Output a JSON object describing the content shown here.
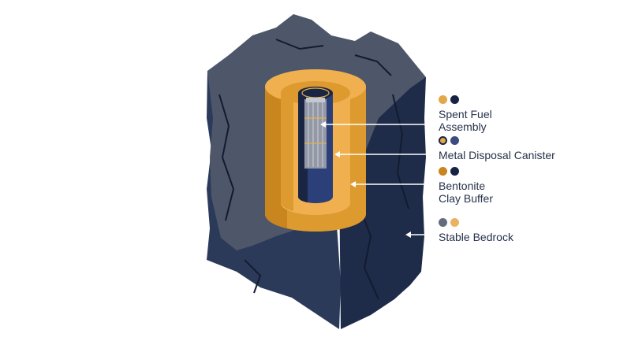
{
  "colors": {
    "rock_top": "#4e5669",
    "rock_left": "#2c3a5a",
    "rock_right": "#1f2c49",
    "crack": "#121b30",
    "clay_light": "#f0b050",
    "clay_mid": "#dd9a2e",
    "clay_dark": "#c9851e",
    "canister_dark": "#1a2544",
    "canister_blue": "#2b3f78",
    "fuel_gray": "#9298a5",
    "fuel_light": "#c4c8d0",
    "accent_gold": "#e8b04a",
    "line_white": "#ffffff"
  },
  "legend": [
    {
      "key": "fuel",
      "label": "Spent Fuel\nAssembly",
      "swatches": [
        {
          "fill": "#e3a847",
          "border": "#e3a847"
        },
        {
          "fill": "#162342",
          "border": "#162342"
        }
      ]
    },
    {
      "key": "canister",
      "label": "Metal Disposal Canister",
      "swatches": [
        {
          "fill": "#e3a847",
          "border": "#1a2544"
        },
        {
          "fill": "#3c4b80",
          "border": "#3c4b80"
        }
      ]
    },
    {
      "key": "clay",
      "label": "Bentonite\nClay Buffer",
      "swatches": [
        {
          "fill": "#c98420",
          "border": "#c98420"
        },
        {
          "fill": "#162342",
          "border": "#162342"
        }
      ]
    },
    {
      "key": "bedrock",
      "label": "Stable Bedrock",
      "swatches": [
        {
          "fill": "#656c7d",
          "border": "#656c7d"
        },
        {
          "fill": "#eab363",
          "border": "#eab363"
        }
      ]
    }
  ]
}
